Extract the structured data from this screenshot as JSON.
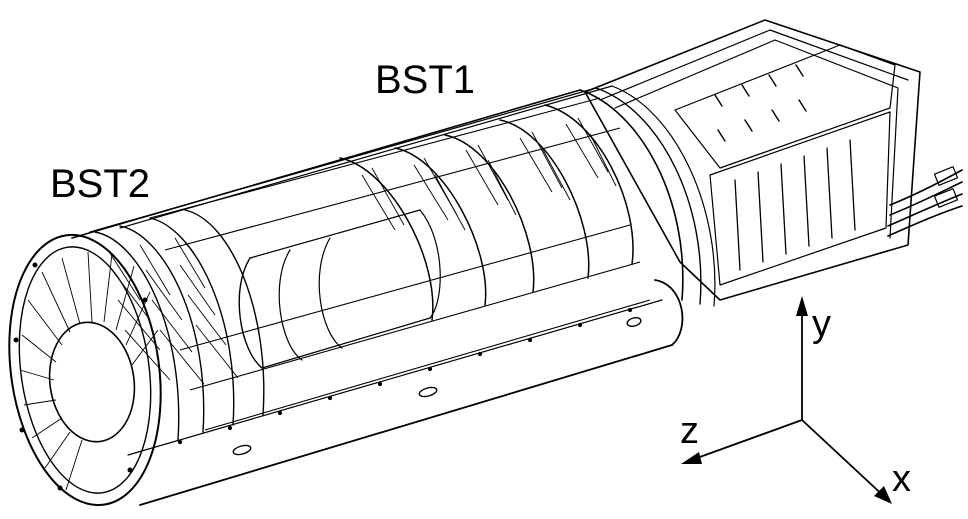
{
  "labels": {
    "bst1": "BST1",
    "bst2": "BST2"
  },
  "axes": {
    "y": "y",
    "z": "z",
    "x": "x"
  },
  "colors": {
    "line": "#000000",
    "background": "#ffffff"
  }
}
